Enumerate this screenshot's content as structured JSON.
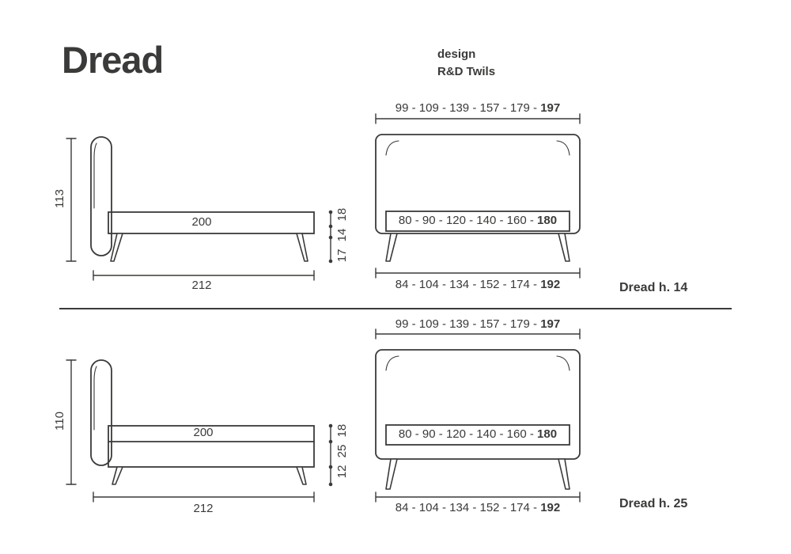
{
  "page": {
    "title": "Dread",
    "design_label": "design",
    "design_studio": "R&D Twils"
  },
  "colors": {
    "ink": "#3a3a39",
    "background": "#ffffff"
  },
  "variants": {
    "h14": {
      "label": "Dread h. 14",
      "side": {
        "height": "113",
        "bed_length": "200",
        "total_length": "212",
        "stacked_heights": "17 14 18"
      },
      "front": {
        "top_widths": "99 - 109 - 139 - 157 - 179 - ",
        "top_widths_max": "197",
        "mattress_widths": "80 - 90 - 120 - 140 - 160 - ",
        "mattress_widths_max": "180",
        "base_widths": "84 - 104 - 134 - 152 - 174 - ",
        "base_widths_max": "192"
      }
    },
    "h25": {
      "label": "Dread h. 25",
      "side": {
        "height": "110",
        "bed_length": "200",
        "total_length": "212",
        "stacked_heights": "12 25 18"
      },
      "front": {
        "top_widths": "99 - 109 - 139 - 157 - 179 - ",
        "top_widths_max": "197",
        "mattress_widths": "80 - 90 - 120 - 140 - 160 - ",
        "mattress_widths_max": "180",
        "base_widths": "84 - 104 - 134 - 152 - 174 - ",
        "base_widths_max": "192"
      }
    }
  }
}
